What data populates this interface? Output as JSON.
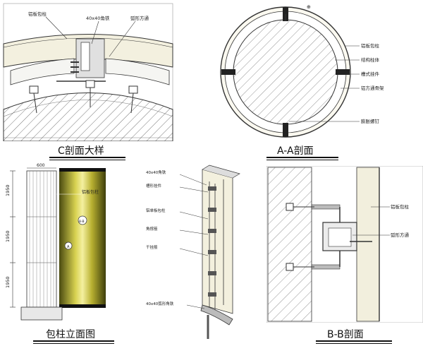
{
  "panel_c": {
    "title": "C剖面大样",
    "labels": {
      "aluminum": "铝板包柱",
      "angle": "40x40角铁",
      "tube": "弧形方通"
    }
  },
  "panel_aa": {
    "title": "A-A剖面",
    "labels": {
      "aluminum": "铝板包柱",
      "structure": "结构柱体",
      "connector": "槽式挂件",
      "frame": "铝方通骨架",
      "bolt": "膨胀螺钉"
    }
  },
  "panel_elev": {
    "title": "包柱立面图",
    "dims": {
      "width": "600",
      "h1": "1950",
      "h2": "1950",
      "h3": "1950"
    },
    "labels": {
      "aluminum": "铝板包柱"
    },
    "markers": {
      "top": "B-B",
      "mid": "A"
    }
  },
  "panel_iso": {
    "labels": {
      "angle": "40x40角铁",
      "connector": "槽形挂件",
      "aluminum": "铝单板包柱",
      "rib": "角撑筋",
      "dry": "干挂筋",
      "angle_arc": "40x40弧形角铁"
    }
  },
  "panel_bb": {
    "title": "B-B剖面",
    "labels": {
      "aluminum": "铝板包柱",
      "tube": "弧形方通"
    }
  },
  "colors": {
    "line": "#222222",
    "concrete": "#efeee8",
    "panel": "#f2efe0",
    "steel": "#dcdcdc",
    "column_gold": "#c9c23a"
  }
}
